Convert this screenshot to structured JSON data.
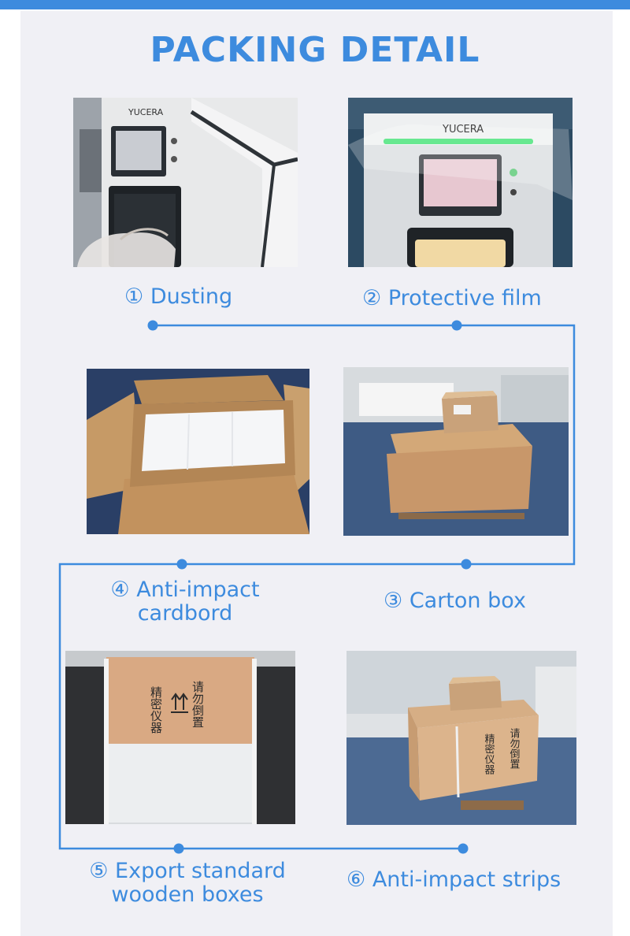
{
  "title": "PACKING DETAIL",
  "steps": [
    {
      "num": "①",
      "label": "Dusting"
    },
    {
      "num": "②",
      "label": "Protective film"
    },
    {
      "num": "③",
      "label": "Carton box"
    },
    {
      "num": "④",
      "label": "Anti-impact",
      "label2": "cardbord"
    },
    {
      "num": "⑤",
      "label": "Export standard",
      "label2": "wooden boxes"
    },
    {
      "num": "⑥",
      "label": "Anti-impact strips"
    }
  ],
  "brand": "YUCERA",
  "box_text": {
    "left": "精密仪器",
    "right": "请勿倒置"
  },
  "colors": {
    "accent": "#3d8bde",
    "panel": "#f0f0f5"
  }
}
